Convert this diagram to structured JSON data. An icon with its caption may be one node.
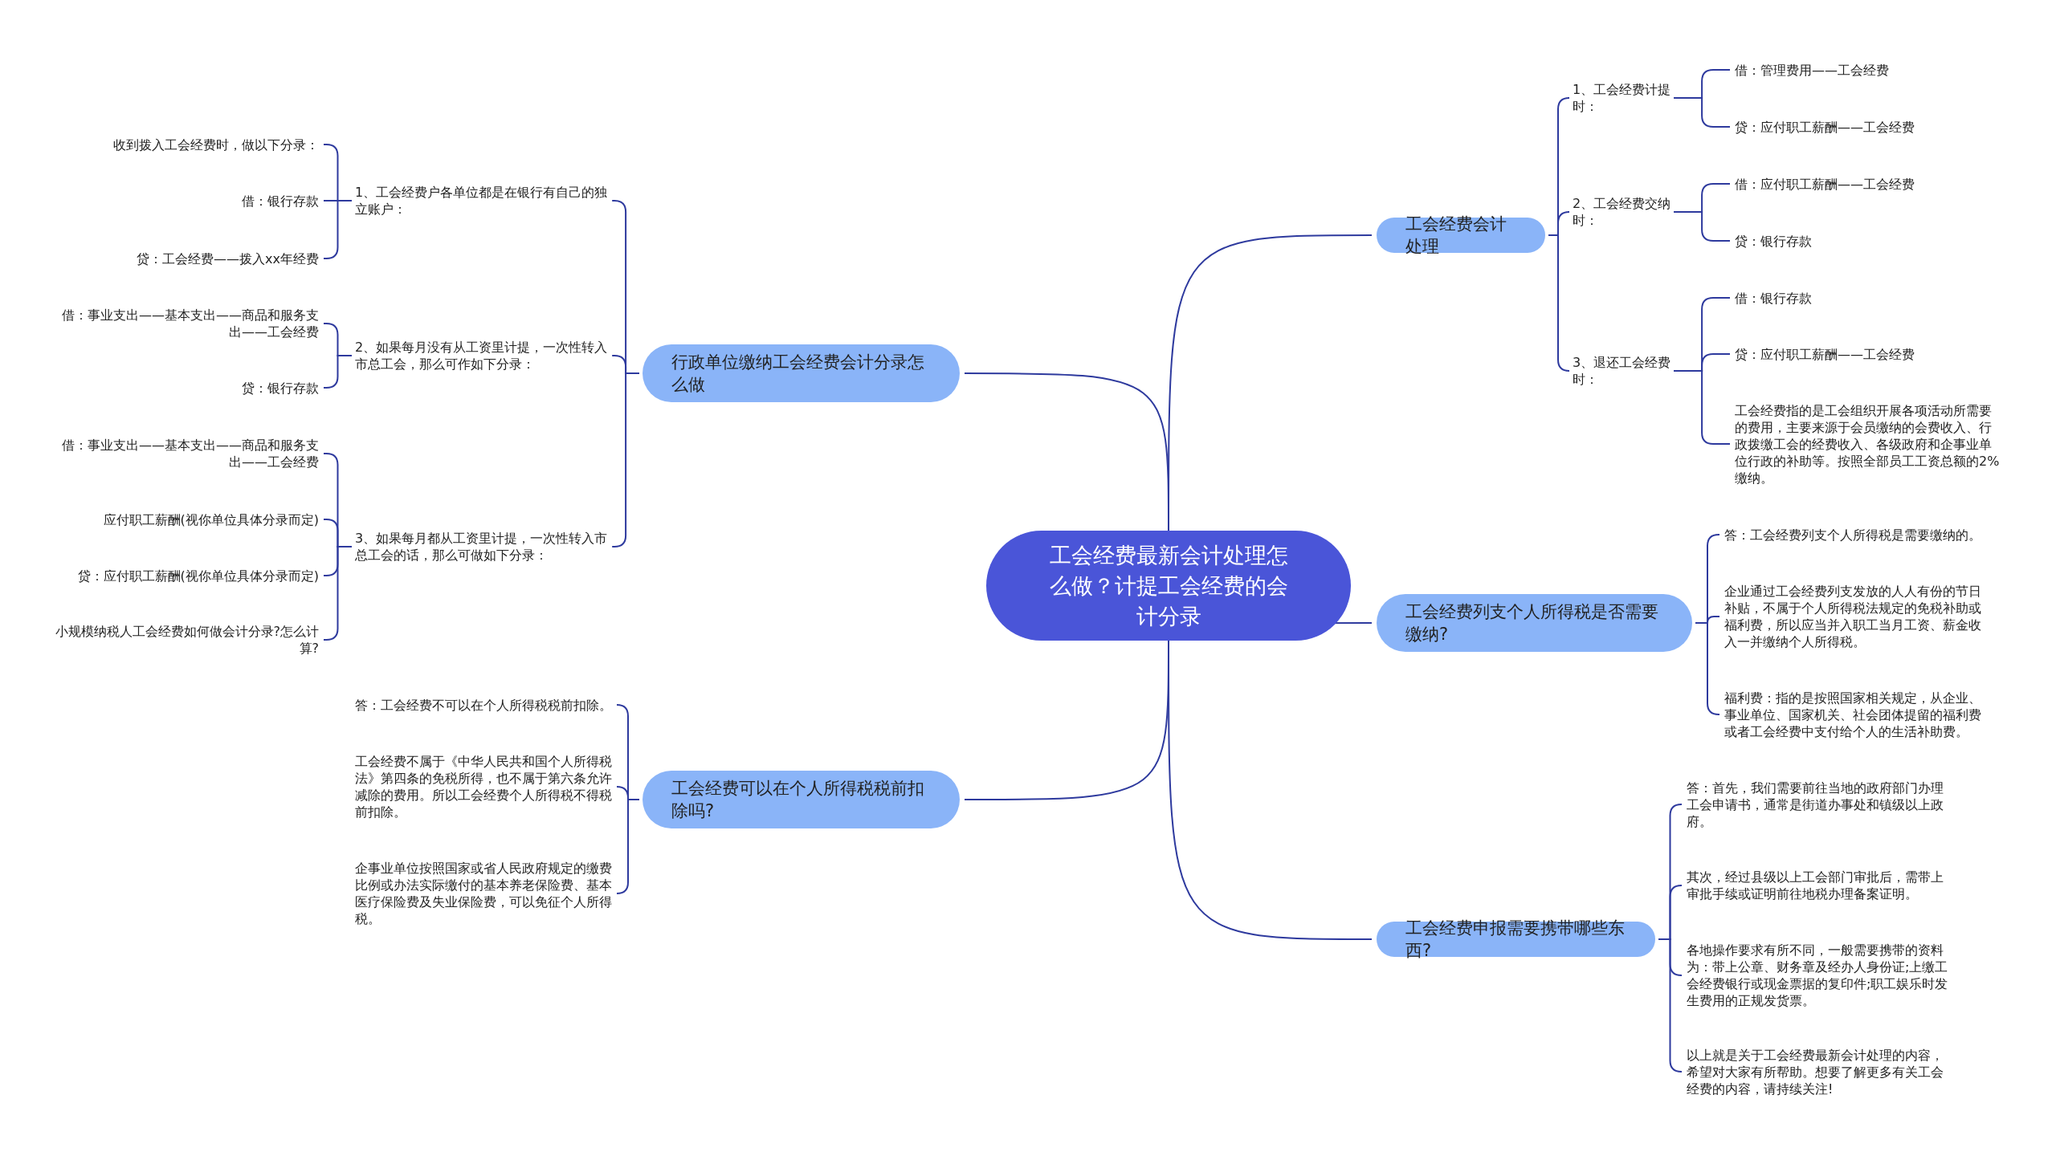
{
  "diagram": {
    "nodes": [
      {
        "text": [
          "工会经费最新会计处理怎么做？计提工会经费的会计分录"
        ]
      },
      {
        "text": [
          "工会经费会计处理"
        ]
      },
      {
        "text": [
          "1、工会经费计提时："
        ]
      },
      {
        "text": [
          "借：管理费用——工会经费"
        ]
      },
      {
        "text": [
          "贷：应付职工薪酬——工会经费"
        ]
      },
      {
        "text": [
          "2、工会经费交纳时："
        ]
      },
      {
        "text": [
          "借：应付职工薪酬——工会经费"
        ]
      },
      {
        "text": [
          "贷：银行存款"
        ]
      },
      {
        "text": [
          "3、退还工会经费时："
        ]
      },
      {
        "text": [
          "借：银行存款"
        ]
      },
      {
        "text": [
          "贷：应付职工薪酬——工会经费"
        ]
      },
      {
        "text": [
          "工会经费指的是工会组织开展各项活动所需要的费用，主要来源于会员缴纳的会费收入、行政拨缴工会的经费收入、各级政府和企事业单位行政的补助等。按照全部员工工资总额的2%缴纳。"
        ]
      },
      {
        "text": [
          "工会经费列支个人所得税是否需要缴纳?"
        ]
      },
      {
        "text": [
          "答：工会经费列支个人所得税是需要缴纳的。"
        ]
      },
      {
        "text": [
          "企业通过工会经费列支发放的人人有份的节日补贴，不属于个人所得税法规定的免税补助或福利费，所以应当并入职工当月工资、薪金收入一并缴纳个人所得税。"
        ]
      },
      {
        "text": [
          "福利费：指的是按照国家相关规定，从企业、事业单位、国家机关、社会团体提留的福利费或者工会经费中支付给个人的生活补助费。"
        ]
      },
      {
        "text": [
          "工会经费申报需要携带哪些东西?"
        ]
      },
      {
        "text": [
          "答：首先，我们需要前往当地的政府部门办理工会申请书，通常是街道办事处和镇级以上政府。"
        ]
      },
      {
        "text": [
          "其次，经过县级以上工会部门审批后，需带上审批手续或证明前往地税办理备案证明。"
        ]
      },
      {
        "text": [
          "各地操作要求有所不同，一般需要携带的资料为：带上公章、财务章及经办人身份证;上缴工会经费银行或现金票据的复印件;职工娱乐时发生费用的正规发货票。"
        ]
      },
      {
        "text": [
          "以上就是关于工会经费最新会计处理的内容，希望对大家有所帮助。想要了解更多有关工会经费的内容，请持续关注!"
        ]
      },
      {
        "text": [
          "行政单位缴纳工会经费会计分录怎么做"
        ]
      },
      {
        "text": [
          "1、工会经费户各单位都是在银行有自己的独立账户："
        ]
      },
      {
        "text": [
          "收到拨入工会经费时，做以下分录："
        ]
      },
      {
        "text": [
          "借：银行存款"
        ]
      },
      {
        "text": [
          "贷：工会经费——拨入xx年经费"
        ]
      },
      {
        "text": [
          "2、如果每月没有从工资里计提，一次性转入市总工会，那么可作如下分录："
        ]
      },
      {
        "text": [
          "借：事业支出——基本支出——商品和服务支出——工会经费"
        ]
      },
      {
        "text": [
          "贷：银行存款"
        ]
      },
      {
        "text": [
          "3、如果每月都从工资里计提，一次性转入市总工会的话，那么可做如下分录："
        ]
      },
      {
        "text": [
          "借：事业支出——基本支出——商品和服务支出——工会经费"
        ]
      },
      {
        "text": [
          "应付职工薪酬(视你单位具体分录而定)"
        ]
      },
      {
        "text": [
          "贷：应付职工薪酬(视你单位具体分录而定)"
        ]
      },
      {
        "text": [
          "小规模纳税人工会经费如何做会计分录?怎么计算?"
        ]
      },
      {
        "text": [
          "工会经费可以在个人所得税税前扣除吗?"
        ]
      },
      {
        "text": [
          "答：工会经费不可以在个人所得税税前扣除。"
        ]
      },
      {
        "text": [
          "工会经费不属于《中华人民共和国个人所得税法》第四条的免税所得，也不属于第六条允许减除的费用。所以工会经费个人所得税不得税前扣除。"
        ]
      },
      {
        "text": [
          "企事业单位按照国家或省人民政府规定的缴费比例或办法实际缴付的基本养老保险费、基本医疗保险费及失业保险费，可以免征个人所得税。"
        ]
      }
    ],
    "edges": [
      {
        "from": 0,
        "to": 1,
        "arrow": "none"
      },
      {
        "from": 1,
        "to": 2,
        "arrow": "none"
      },
      {
        "from": 2,
        "to": 3,
        "arrow": "none"
      },
      {
        "from": 2,
        "to": 4,
        "arrow": "none"
      },
      {
        "from": 1,
        "to": 5,
        "arrow": "none"
      },
      {
        "from": 5,
        "to": 6,
        "arrow": "none"
      },
      {
        "from": 5,
        "to": 7,
        "arrow": "none"
      },
      {
        "from": 1,
        "to": 8,
        "arrow": "none"
      },
      {
        "from": 8,
        "to": 9,
        "arrow": "none"
      },
      {
        "from": 8,
        "to": 10,
        "arrow": "none"
      },
      {
        "from": 8,
        "to": 11,
        "arrow": "none"
      },
      {
        "from": 0,
        "to": 12,
        "arrow": "none"
      },
      {
        "from": 12,
        "to": 13,
        "arrow": "none"
      },
      {
        "from": 12,
        "to": 14,
        "arrow": "none"
      },
      {
        "from": 12,
        "to": 15,
        "arrow": "none"
      },
      {
        "from": 0,
        "to": 16,
        "arrow": "none"
      },
      {
        "from": 16,
        "to": 17,
        "arrow": "none"
      },
      {
        "from": 16,
        "to": 18,
        "arrow": "none"
      },
      {
        "from": 16,
        "to": 19,
        "arrow": "none"
      },
      {
        "from": 16,
        "to": 20,
        "arrow": "none"
      },
      {
        "from": 0,
        "to": 21,
        "arrow": "none"
      },
      {
        "from": 21,
        "to": 22,
        "arrow": "none"
      },
      {
        "from": 22,
        "to": 23,
        "arrow": "none"
      },
      {
        "from": 22,
        "to": 24,
        "arrow": "none"
      },
      {
        "from": 22,
        "to": 25,
        "arrow": "none"
      },
      {
        "from": 21,
        "to": 26,
        "arrow": "none"
      },
      {
        "from": 26,
        "to": 27,
        "arrow": "none"
      },
      {
        "from": 26,
        "to": 28,
        "arrow": "none"
      },
      {
        "from": 21,
        "to": 29,
        "arrow": "none"
      },
      {
        "from": 29,
        "to": 30,
        "arrow": "none"
      },
      {
        "from": 29,
        "to": 31,
        "arrow": "none"
      },
      {
        "from": 29,
        "to": 32,
        "arrow": "none"
      },
      {
        "from": 29,
        "to": 33,
        "arrow": "none"
      },
      {
        "from": 0,
        "to": 34,
        "arrow": "none"
      },
      {
        "from": 34,
        "to": 35,
        "arrow": "none"
      },
      {
        "from": 34,
        "to": 36,
        "arrow": "none"
      },
      {
        "from": 34,
        "to": 37,
        "arrow": "none"
      }
    ]
  }
}
